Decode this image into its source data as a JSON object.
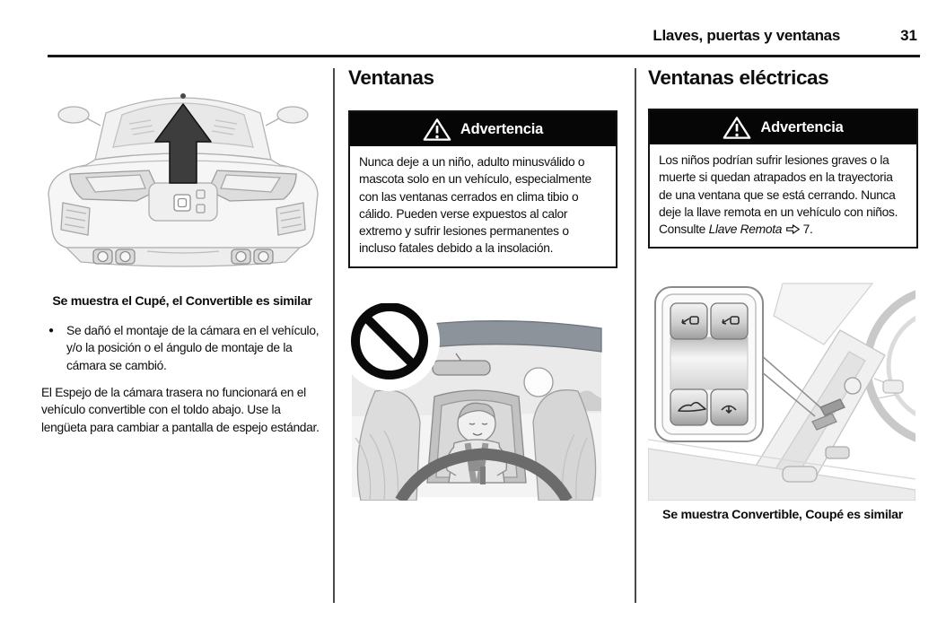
{
  "header": {
    "title": "Llaves, puertas y ventanas",
    "page_number": "31"
  },
  "columns": {
    "left": {
      "image_caption": "Se muestra el Cupé, el Convertible es similar",
      "bullet_item": "Se dañó el montaje de la cámara en el vehículo, y/o la posición o el ángulo de montaje de la cámara se cambió.",
      "paragraph": "El Espejo de la cámara trasera no funcionará en el vehículo convertible con el toldo abajo. Use la lengüeta para cambiar a pantalla de espejo estándar."
    },
    "middle": {
      "heading": "Ventanas",
      "warning_label": "Advertencia",
      "warning_body": "Nunca deje a un niño, adulto minusválido o mascota solo en un vehículo, especialmente con las ventanas cerrados en clima tibio o cálido. Pueden verse expuestos al calor extremo y sufrir lesiones permanentes o incluso fatales debido a la insolación."
    },
    "right": {
      "heading": "Ventanas eléctricas",
      "warning_label": "Advertencia",
      "warning_body_text": "Los niños podrían sufrir lesiones graves o la muerte si quedan atrapados en la trayectoria de una ventana que se está cerrando. Nunca deje la llave remota en un vehículo con niños. Consulte ",
      "warning_reference_italic": "Llave Remota",
      "warning_reference_page": "7.",
      "image_caption": "Se muestra Convertible, Coupé es similar"
    }
  },
  "icons": {
    "warning_triangle": "warning-triangle-exclamation",
    "cross_reference_arrow": "white-right-arrow",
    "prohibition": "no-symbol-circle-slash",
    "camera_location_arrow": "up-arrow"
  },
  "colors": {
    "text": "#0d0d0d",
    "warning_header_bg": "#060606",
    "warning_header_text": "#ffffff",
    "rule": "#161616",
    "illustration_line": "#a8a8a8"
  }
}
